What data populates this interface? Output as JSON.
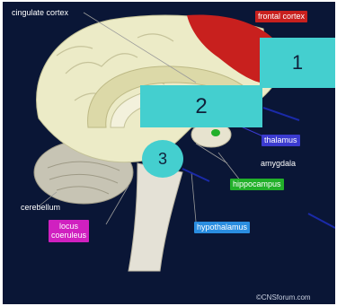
{
  "labels": {
    "cingulate_cortex": "cingulate cortex",
    "frontal_cortex": "frontal cortex",
    "thalamus": "thalamus",
    "amygdala": "amygdala",
    "hippocampus": "hippocampus",
    "hypothalamus": "hypothalamus",
    "cerebellum": "cerebellum",
    "locus_coeruleus_line1": "locus",
    "locus_coeruleus_line2": "coeruleus"
  },
  "markers": {
    "marker_1": "1",
    "marker_2": "2",
    "marker_3": "3"
  },
  "credit": "©CNSforum.com",
  "colors": {
    "background": "#0a1636",
    "marker_fill": "#44cfcf",
    "frontal_cortex": "#c8201e",
    "thalamus_tag": "#3b3bd0",
    "hippocampus_tag": "#22b02a",
    "hypothalamus_tag": "#2a8de0",
    "locus_coeruleus_tag": "#d020c0"
  }
}
